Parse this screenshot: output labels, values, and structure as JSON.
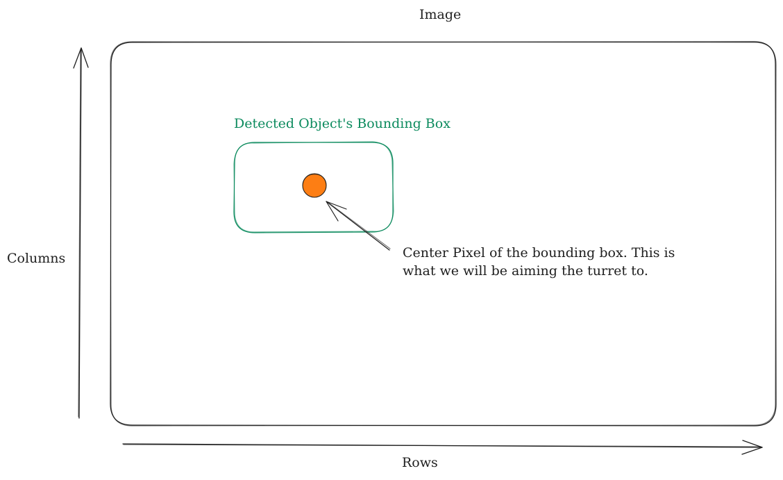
{
  "diagram": {
    "title": "Image",
    "vertical_axis_label": "Columns",
    "horizontal_axis_label": "Rows",
    "bounding_box_label": "Detected Object's Bounding Box",
    "annotation": {
      "line1": "Center Pixel of the bounding box. This is",
      "line2": "what we will be aiming the turret to."
    }
  },
  "colors": {
    "stroke": "#1e1e1e",
    "bounding_box": "#0b8a5d",
    "center_point_fill": "#fd7e14",
    "background": "#ffffff"
  }
}
